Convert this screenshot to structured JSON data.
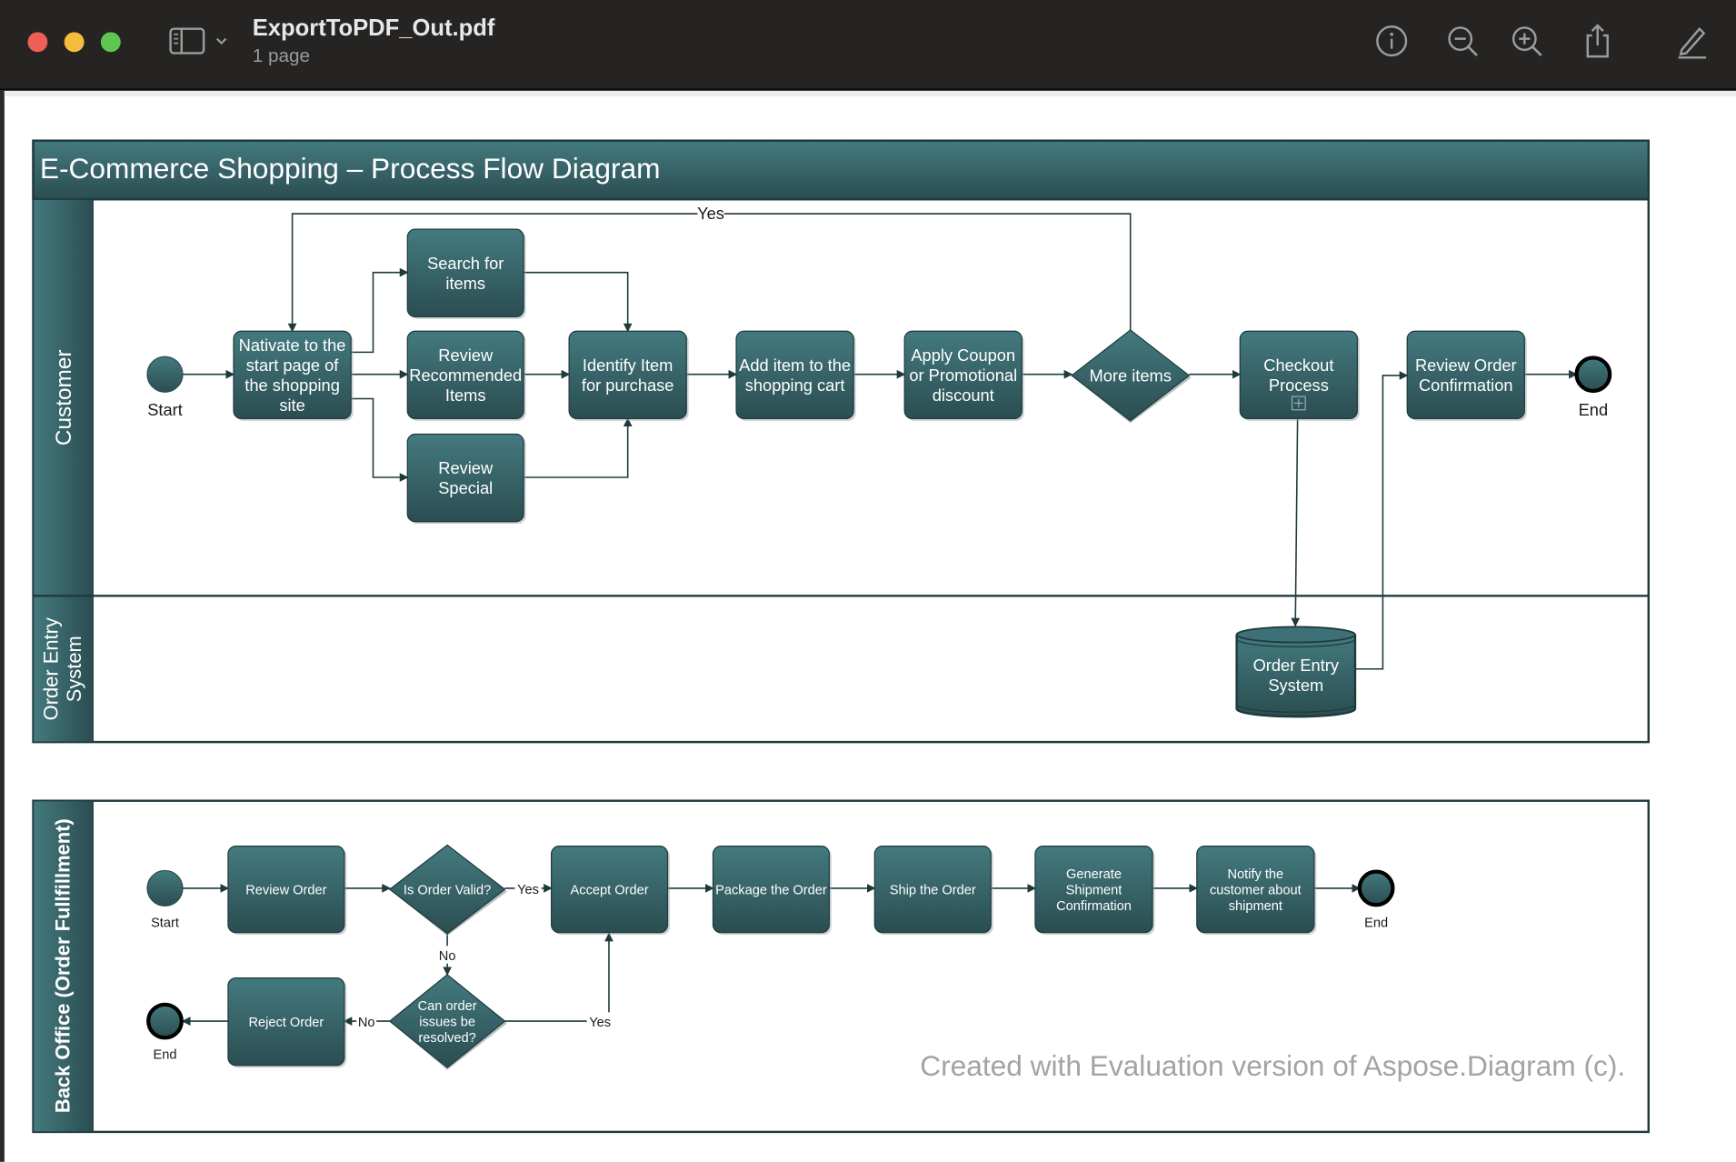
{
  "window": {
    "title": "ExportToPDF_Out.pdf",
    "subtitle": "1 page",
    "traffic_lights": {
      "close": "#ee5f57",
      "minimize": "#f6bd3b",
      "maximize": "#5fc553"
    },
    "toolbar_icons": [
      "sidebar-toggle-icon",
      "chevron-down-icon",
      "info-icon",
      "zoom-out-icon",
      "zoom-in-icon",
      "share-icon",
      "markup-pencil-icon"
    ]
  },
  "diagram": {
    "title": "E-Commerce Shopping – Process Flow Diagram",
    "colors": {
      "shape_top": "#437a7f",
      "shape_bottom": "#2b4d51",
      "stroke": "#1f3a3d",
      "watermark": "#a3a3a3"
    },
    "lanes": {
      "customer": "Customer",
      "order_entry": [
        "Order Entry",
        "System"
      ],
      "back_office": "Back Office (Order Fullfillment)"
    },
    "customer_nodes": {
      "start": "Start",
      "navigate": [
        "Nativate to the",
        "start page of",
        "the shopping",
        "site"
      ],
      "search": [
        "Search for",
        "items"
      ],
      "recommended": [
        "Review",
        "Recommended",
        "Items"
      ],
      "special": [
        "Review",
        "Special"
      ],
      "identify": [
        "Identify Item",
        "for purchase"
      ],
      "add_cart": [
        "Add item to the",
        "shopping cart"
      ],
      "coupon": [
        "Apply Coupon",
        "or Promotional",
        "discount"
      ],
      "more_items": [
        "More items"
      ],
      "checkout": [
        "Checkout",
        "Process"
      ],
      "review_conf": [
        "Review Order",
        "Confirmation"
      ],
      "end": "End",
      "order_entry_system": [
        "Order Entry",
        "System"
      ],
      "yes_label": "Yes"
    },
    "back_office_nodes": {
      "start": "Start",
      "review_order": [
        "Review Order"
      ],
      "is_valid": [
        "Is Order Valid?"
      ],
      "accept": [
        "Accept Order"
      ],
      "package": [
        "Package the Order"
      ],
      "ship": [
        "Ship the Order"
      ],
      "generate": [
        "Generate",
        "Shipment",
        "Confirmation"
      ],
      "notify": [
        "Notify the",
        "customer about",
        "shipment"
      ],
      "end": "End",
      "can_resolve": [
        "Can order",
        "issues be",
        "resolved?"
      ],
      "reject": [
        "Reject Order"
      ],
      "end2": "End",
      "yes_label": "Yes",
      "no_label": "No",
      "yes2_label": "Yes",
      "no2_label": "No"
    },
    "watermark": "Created with Evaluation version of Aspose.Diagram (c)."
  }
}
